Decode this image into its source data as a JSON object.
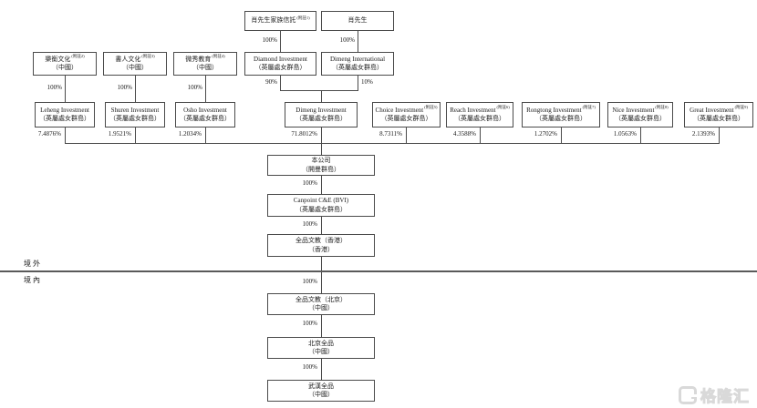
{
  "regions": {
    "offshore": "境外",
    "onshore": "境內"
  },
  "watermark": {
    "brand": "格隆汇"
  },
  "nodes": {
    "trust": {
      "name": "肖先生家族信託",
      "note": "(附註1)",
      "sub": ""
    },
    "mr_xiao": {
      "name": "肖先生",
      "note": "",
      "sub": ""
    },
    "leheng_culture": {
      "name": "樂衡文化",
      "note": "(附註2)",
      "sub": "（中國）"
    },
    "shuren_culture": {
      "name": "書人文化",
      "note": "(附註3)",
      "sub": "（中國）"
    },
    "weixiu_education": {
      "name": "微秀教育",
      "note": "(附註4)",
      "sub": "（中國）"
    },
    "diamond": {
      "name": "Diamond Investment",
      "note": "",
      "sub": "（英屬處女群島）"
    },
    "dimeng_intl": {
      "name": "Dimeng International",
      "note": "",
      "sub": "（英屬處女群島）"
    },
    "leheng_inv": {
      "name": "Leheng Investment",
      "note": "",
      "sub": "（英屬處女群島）"
    },
    "shuren_inv": {
      "name": "Shuren Investment",
      "note": "",
      "sub": "（英屬處女群島）"
    },
    "osho_inv": {
      "name": "Osho Investment",
      "note": "",
      "sub": "（英屬處女群島）"
    },
    "dimeng_inv": {
      "name": "Dimeng Investment",
      "note": "",
      "sub": "（英屬處女群島）"
    },
    "choice_inv": {
      "name": "Choice Investment",
      "note": "(附註5)",
      "sub": "（英屬處女群島）"
    },
    "reach_inv": {
      "name": "Reach Investment",
      "note": "(附註6)",
      "sub": "（英屬處女群島）"
    },
    "rongtong_inv": {
      "name": "Rongtong Investment",
      "note": "(附註7)",
      "sub": "（英屬處女群島）"
    },
    "nice_inv": {
      "name": "Nice Investment",
      "note": "(附註8)",
      "sub": "（英屬處女群島）"
    },
    "great_inv": {
      "name": "Great Investment",
      "note": "(附註9)",
      "sub": "（英屬處女群島）"
    },
    "company": {
      "name": "本公司",
      "note": "",
      "sub": "（開曼群島）"
    },
    "canpoint_bvi": {
      "name": "Canpoint C&E (BVI)",
      "note": "",
      "sub": "（英屬處女群島）"
    },
    "qp_hk": {
      "name": "全品文教（香港）",
      "note": "",
      "sub": "（香港）"
    },
    "qp_bj": {
      "name": "全品文教（北京）",
      "note": "",
      "sub": "（中國）"
    },
    "bj_qp": {
      "name": "北京全品",
      "note": "",
      "sub": "（中國）"
    },
    "wh_qp": {
      "name": "武漢全品",
      "note": "",
      "sub": "（中國）"
    }
  },
  "percents": {
    "trust_diamond": "100%",
    "xiao_intl": "100%",
    "leheng_down": "100%",
    "shuren_down": "100%",
    "weixiu_down": "100%",
    "diamond_dimeng": "90%",
    "intl_dimeng": "10%",
    "leheng_co": "7.4876%",
    "shuren_co": "1.9521%",
    "osho_co": "1.2034%",
    "dimeng_co": "71.8012%",
    "choice_co": "8.7311%",
    "reach_co": "4.3588%",
    "rongtong_co": "1.2702%",
    "nice_co": "1.0563%",
    "great_co": "2.1393%",
    "co_canpoint": "100%",
    "canpoint_hk": "100%",
    "hk_bj": "100%",
    "bj_bjqp": "100%",
    "bjqp_whqp": "100%"
  }
}
